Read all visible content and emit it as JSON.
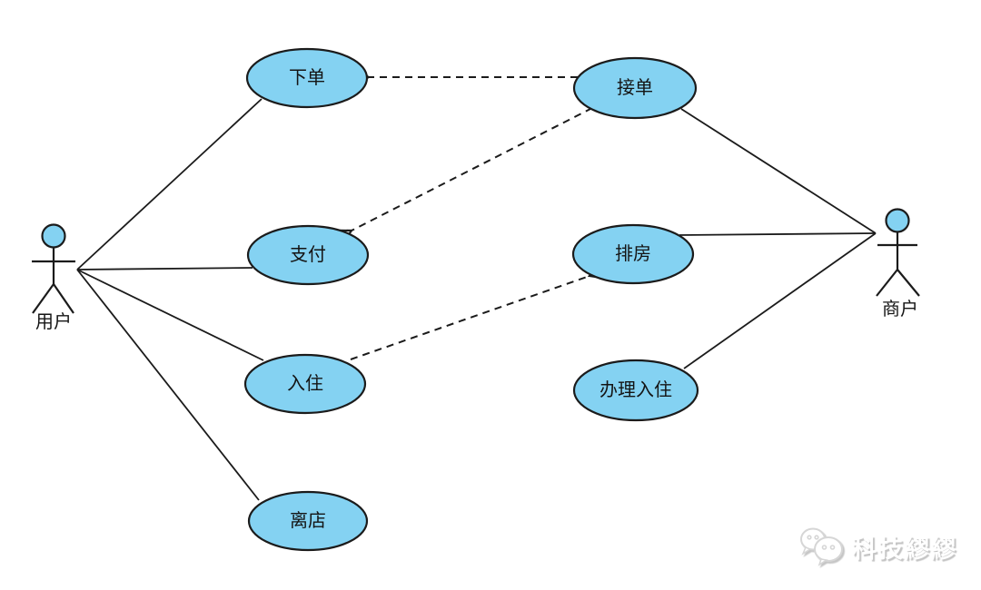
{
  "diagram": {
    "type": "uml-use-case-diagram",
    "background_color": "#ffffff",
    "shape_fill_color": "#84d2f2",
    "shape_stroke_color": "#1b1b1b",
    "edge_color": "#1b1b1b",
    "label_color": "#141414",
    "actors": [
      {
        "id": "user",
        "label": "用户"
      },
      {
        "id": "merchant",
        "label": "商户"
      }
    ],
    "usecases": [
      {
        "id": "place-order",
        "label": "下单"
      },
      {
        "id": "accept-order",
        "label": "接单"
      },
      {
        "id": "pay",
        "label": "支付"
      },
      {
        "id": "assign-room",
        "label": "排房"
      },
      {
        "id": "check-in",
        "label": "入住"
      },
      {
        "id": "handle-check-in",
        "label": "办理入住"
      },
      {
        "id": "check-out",
        "label": "离店"
      }
    ],
    "associations": [
      {
        "from": "用户",
        "to": "下单",
        "line": "solid"
      },
      {
        "from": "用户",
        "to": "支付",
        "line": "solid"
      },
      {
        "from": "用户",
        "to": "入住",
        "line": "solid"
      },
      {
        "from": "用户",
        "to": "离店",
        "line": "solid"
      },
      {
        "from": "商户",
        "to": "接单",
        "line": "solid"
      },
      {
        "from": "商户",
        "to": "排房",
        "line": "solid"
      },
      {
        "from": "商户",
        "to": "办理入住",
        "line": "solid"
      }
    ],
    "dependencies": [
      {
        "from": "接单",
        "to": "下单",
        "line": "dashed-open-arrow"
      },
      {
        "from": "接单",
        "to": "支付",
        "line": "dashed-open-arrow"
      },
      {
        "from": "入住",
        "to": "排房",
        "line": "dashed-open-arrow"
      }
    ],
    "watermark": {
      "icon": "chat-bubbles-icon",
      "text": "科技繆繆"
    }
  }
}
